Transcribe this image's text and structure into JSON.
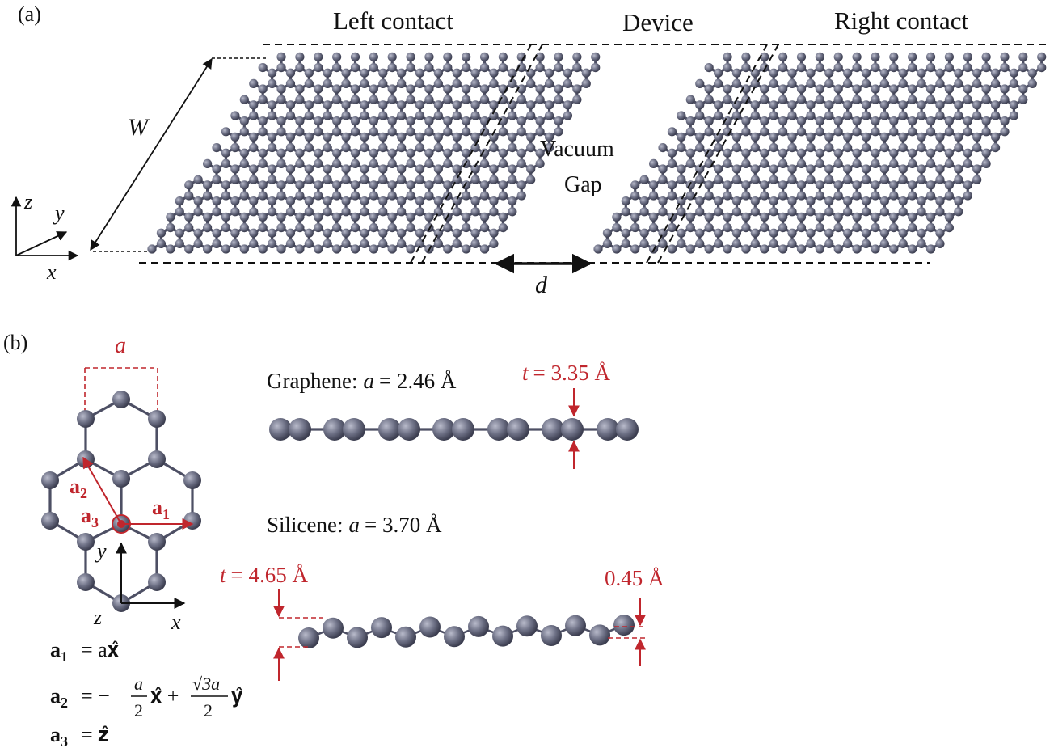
{
  "panel_a": {
    "tag": "(a)",
    "left_contact": "Left contact",
    "device": "Device",
    "right_contact": "Right contact",
    "vacuum": "Vacuum",
    "gap": "Gap",
    "width_symbol": "W",
    "gap_symbol": "d",
    "axis_z": "z",
    "axis_y": "y",
    "axis_x": "x"
  },
  "panel_b": {
    "tag": "(b)",
    "lattice_symbol": "a",
    "axis_y": "y",
    "axis_z": "z",
    "axis_x": "x",
    "graphene_name": "Graphene:",
    "graphene_value": "= 2.46 Å",
    "graphene_t_value": "= 3.35 Å",
    "silicene_name": "Silicene:",
    "silicene_value": "= 3.70 Å",
    "silicene_t_value": "= 4.65 Å",
    "buckling": "0.45 Å",
    "vec_a1": "a",
    "vec_a2": "a",
    "vec_a3": "a",
    "sub_1": "1",
    "sub_2": "2",
    "sub_3": "3",
    "eq1_rhs": "= a𝐱̂",
    "eq2_rhs_a": "= −",
    "eq2_frac1_num": "a",
    "eq2_frac1_den": "2",
    "eq2_xhat": "𝐱̂ +",
    "eq2_frac2_num": "√3a",
    "eq2_frac2_den": "2",
    "eq2_yhat": "𝐲̂",
    "eq3_rhs": "= 𝐳̂"
  },
  "colors": {
    "atom": "#676a80",
    "bond": "#4d4f64",
    "annotation_red": "#c0262d"
  }
}
